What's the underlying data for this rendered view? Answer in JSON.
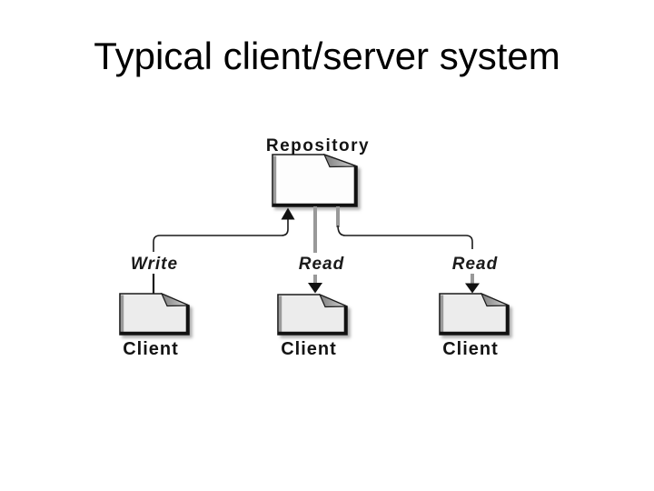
{
  "slide": {
    "title": "Typical client/server system",
    "background_color": "#ffffff",
    "title_color": "#000000"
  },
  "diagram": {
    "type": "client-server-architecture",
    "repository": {
      "label": "Repository",
      "shape": "folded-note",
      "fill": "#fdfdfd"
    },
    "clients": [
      {
        "label": "Client",
        "shape": "folded-note",
        "fill": "#ececec"
      },
      {
        "label": "Client",
        "shape": "folded-note",
        "fill": "#ececec"
      },
      {
        "label": "Client",
        "shape": "folded-note",
        "fill": "#ececec"
      }
    ],
    "connections": [
      {
        "label": "Write",
        "from": "client-1",
        "to": "repository",
        "arrow": "up"
      },
      {
        "label": "Read",
        "from": "repository",
        "to": "client-2",
        "arrow": "down"
      },
      {
        "label": "Read",
        "from": "repository",
        "to": "client-3",
        "arrow": "down"
      }
    ],
    "colors": {
      "thin_line": "#1a1a1a",
      "thick_gray_line": "#999999",
      "arrowhead": "#111111",
      "note_outline": "#1a1a1a",
      "note_left_band": "#9a9a9a",
      "label_text": "#141414"
    }
  }
}
